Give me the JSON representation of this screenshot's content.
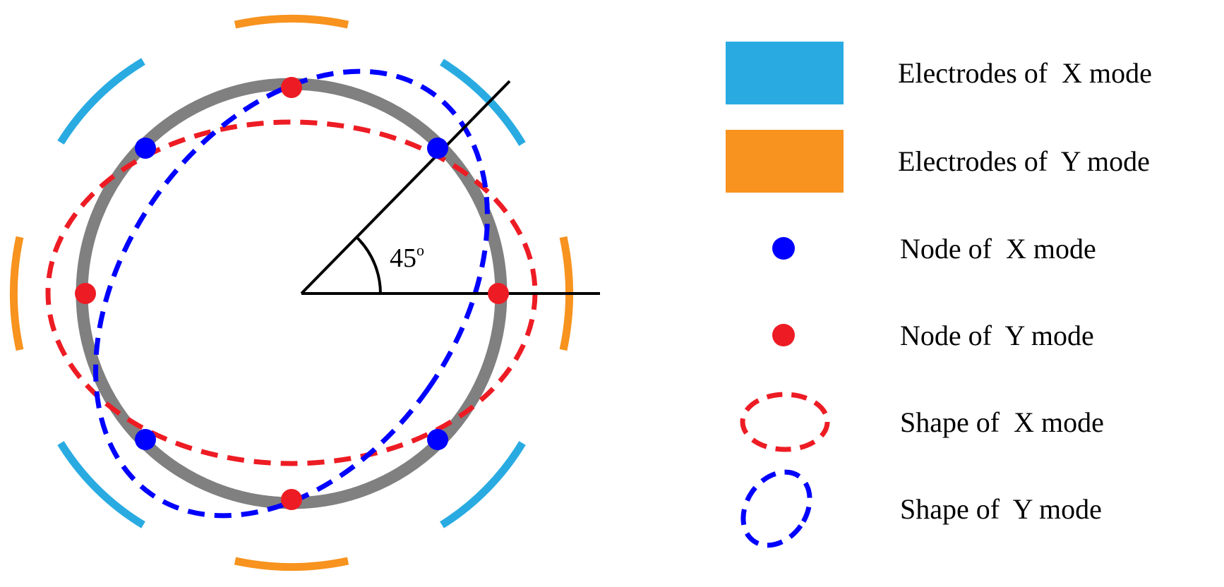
{
  "colors": {
    "electrode_x": "#29ABE2",
    "electrode_y": "#F7931E",
    "ring": "#808080",
    "node_x": "#0000FF",
    "node_y": "#ED1C24",
    "shape_x": "#ED1C24",
    "shape_y": "#0000FF",
    "lines": "#000000"
  },
  "angle": {
    "value": "45",
    "degree_mark": "o"
  },
  "legend": {
    "items": [
      {
        "label": "Electrodes of  X mode",
        "symbol": "blue-rectangle-icon"
      },
      {
        "label": "Electrodes of  Y mode",
        "symbol": "orange-rectangle-icon"
      },
      {
        "label": "Node of  X mode",
        "symbol": "blue-dot-icon"
      },
      {
        "label": "Node of  Y mode",
        "symbol": "red-dot-icon"
      },
      {
        "label": "Shape of  X mode",
        "symbol": "red-dashed-ellipse-icon"
      },
      {
        "label": "Shape of  Y mode",
        "symbol": "blue-dashed-ellipse-icon"
      }
    ]
  }
}
